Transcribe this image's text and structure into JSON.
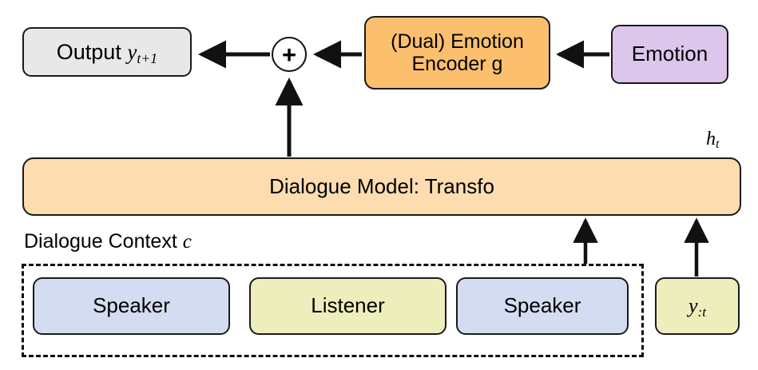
{
  "diagram": {
    "title": "Dual Emotion Encoder Dialogue Generation Diagram",
    "colors": {
      "output_fill": "#e8e8e8",
      "encoder_fill": "#fbbf6e",
      "emotion_fill": "#dcc6ec",
      "dialogue_model_fill": "#fddcb0",
      "speaker_fill": "#d3dcf0",
      "listener_fill": "#edeebc",
      "y_history_fill": "#edeebc",
      "stroke": "#111111",
      "background": "#ffffff"
    }
  },
  "nodes": {
    "output": {
      "label_text": "Output",
      "symbol": "y",
      "subscript": "t+1",
      "full_label": "Output y_{t+1}"
    },
    "plus": {
      "label": "+",
      "name": "addition-operator"
    },
    "encoder": {
      "line1": "(Dual) Emotion",
      "line2": "Encoder g",
      "full_label": "(Dual) Emotion Encoder g"
    },
    "emotion": {
      "label": "Emotion"
    },
    "dialogue_model": {
      "label": "Dialogue Model: Transfo"
    },
    "hidden_state": {
      "symbol": "h",
      "subscript": "t",
      "full_label": "h_t"
    },
    "context_group": {
      "label_text": "Dialogue Context",
      "symbol": "c",
      "full_label": "Dialogue Context c"
    },
    "speaker_1": {
      "label": "Speaker"
    },
    "listener": {
      "label": "Listener"
    },
    "speaker_2": {
      "label": "Speaker"
    },
    "y_history": {
      "symbol": "y",
      "subscript": ":t",
      "full_label": "y_{:t}"
    }
  },
  "edges": [
    {
      "from": "plus",
      "to": "output",
      "style": "solid-arrow",
      "direction": "left"
    },
    {
      "from": "encoder",
      "to": "plus",
      "style": "solid-arrow",
      "direction": "left"
    },
    {
      "from": "emotion",
      "to": "encoder",
      "style": "solid-arrow",
      "direction": "left"
    },
    {
      "from": "dialogue_model",
      "to": "plus",
      "style": "solid-arrow",
      "direction": "up"
    },
    {
      "from": "context_group",
      "to": "dialogue_model",
      "style": "solid-arrow",
      "direction": "up"
    },
    {
      "from": "y_history",
      "to": "dialogue_model",
      "style": "solid-arrow",
      "direction": "up"
    }
  ]
}
